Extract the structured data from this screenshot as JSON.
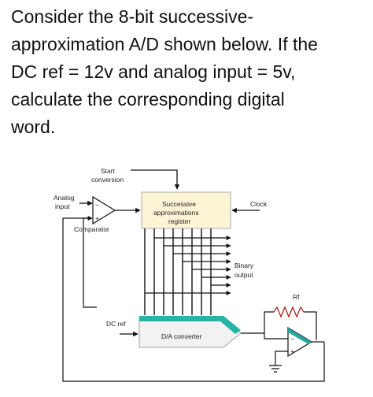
{
  "question": {
    "lines": [
      "Consider the 8-bit successive-",
      "approximation A/D shown below. If the",
      "DC ref = 12v and analog input = 5v,",
      "calculate the corresponding digital",
      "word."
    ]
  },
  "diagram": {
    "start_conversion": [
      "Start",
      "conversion"
    ],
    "analog_input": [
      "Analog",
      "input"
    ],
    "comparator": "Comparator",
    "sar": [
      "Successive",
      "approximations",
      "register"
    ],
    "clock": "Clock",
    "binary_output": [
      "Binary",
      "output"
    ],
    "rf": "Rf",
    "dc_ref": "DC ref",
    "dac": "D/A converter",
    "minus_sign": "−",
    "plus_sign": "+",
    "colors": {
      "sar_fill": "#fdf4d6",
      "dac_band": "#27b3a5",
      "dac_fill": "#f2f2f2",
      "opamp_band": "#2aa6a0",
      "comparator_fill": "#ffffff"
    }
  }
}
